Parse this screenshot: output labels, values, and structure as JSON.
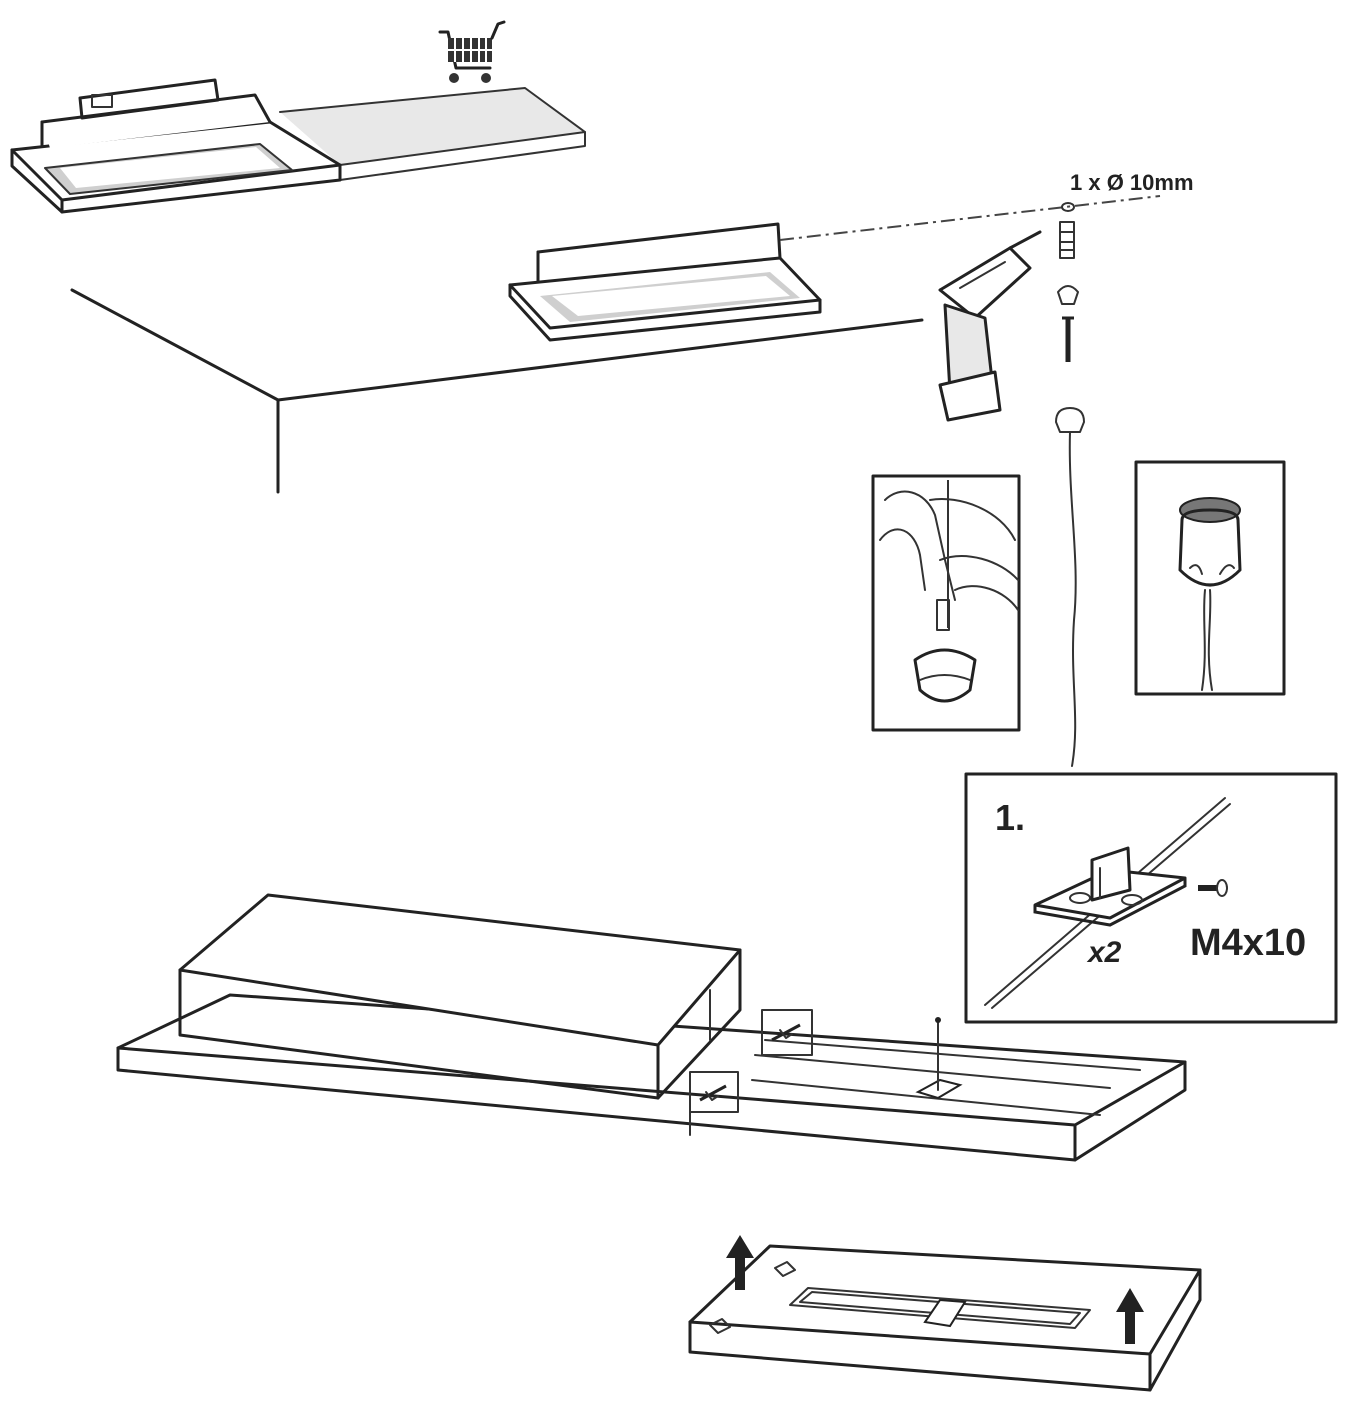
{
  "labels": {
    "drill_spec": "1 x Ø 10mm",
    "step_number": "1.",
    "quantity": "x2",
    "screw_spec": "M4x10"
  },
  "icons": {
    "cart": "shopping-cart-icon",
    "drill": "power-drill-icon",
    "arrow": "up-arrow-icon"
  },
  "colors": {
    "line": "#222222",
    "panel_fill": "#e8e8e8"
  }
}
